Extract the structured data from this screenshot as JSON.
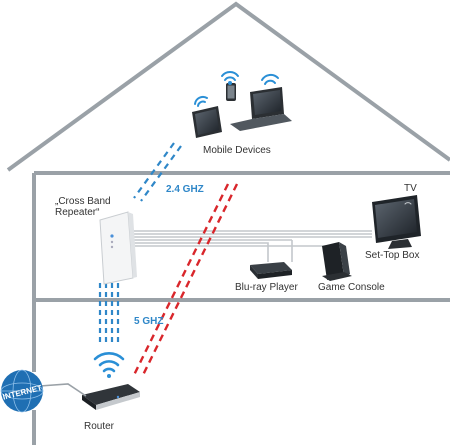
{
  "labels": {
    "mobile_devices": "Mobile Devices",
    "band_24": "2.4 GHZ",
    "band_5": "5 GHZ",
    "repeater_line1": "„Cross Band",
    "repeater_line2": "Repeater“",
    "tv": "TV",
    "set_top_box": "Set-Top Box",
    "bluray": "Blu-ray Player",
    "game_console": "Game Console",
    "router": "Router",
    "internet": "INTERNET"
  },
  "colors": {
    "wall": "#9aa1a7",
    "band_24": "#2f87c8",
    "band_5": "#2f87c8",
    "direct_link": "#d9262b",
    "wifi": "#2a8fd6",
    "globe": "#1f6fb3"
  },
  "icons": [
    "wifi-icon",
    "tablet-icon",
    "phone-icon",
    "laptop-icon",
    "tv-icon",
    "set-top-box-icon",
    "bluray-icon",
    "game-console-icon",
    "router-icon",
    "globe-icon"
  ]
}
